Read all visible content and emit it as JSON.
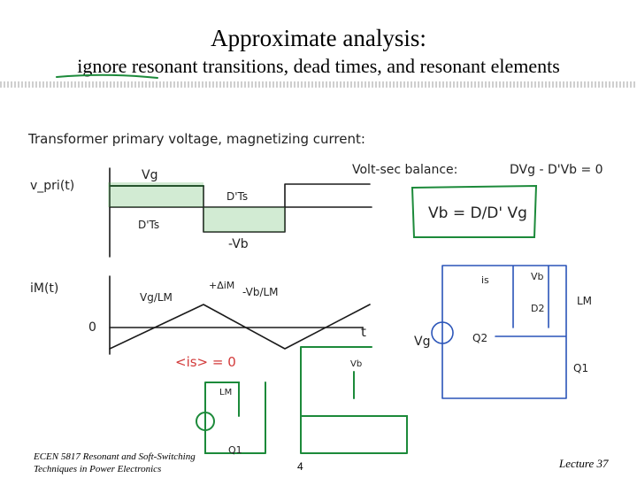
{
  "slide": {
    "title": "Approximate analysis:",
    "subtitle": "ignore resonant transitions, dead times, and resonant elements"
  },
  "footer": {
    "course_line1": "ECEN 5817  Resonant and Soft-Switching",
    "course_line2": "Techniques in Power Electronics",
    "page_number": "4",
    "lecture": "Lecture 37"
  },
  "handwritten": {
    "heading": "Transformer primary voltage, magnetizing current:",
    "vpri_label": "v_pri(t)",
    "vg_label": "Vg",
    "dprime_ts": "D'Ts",
    "d_ts": "D'Ts",
    "neg_vb": "-Vb",
    "volt_sec": "Volt-sec balance:",
    "volt_sec_eq": "DVg - D'Vb = 0",
    "vb_eq": "Vb = D/D' Vg",
    "im_label": "iM(t)",
    "slope_pos": "Vg/LM",
    "slope_neg": "-Vb/LM",
    "im_peak": "+ΔiM",
    "zero": "0",
    "t_axis": "t",
    "is_avg": "<is> = 0",
    "is_label": "is",
    "vb_label": "Vb",
    "lm_label": "LM",
    "q1": "Q1",
    "q2": "Q2",
    "d2": "D2",
    "vg_src": "Vg"
  },
  "colors": {
    "green_ink": "#1c8a3a",
    "blue_ink": "#2a54b8",
    "red_ink": "#d23a3a"
  }
}
